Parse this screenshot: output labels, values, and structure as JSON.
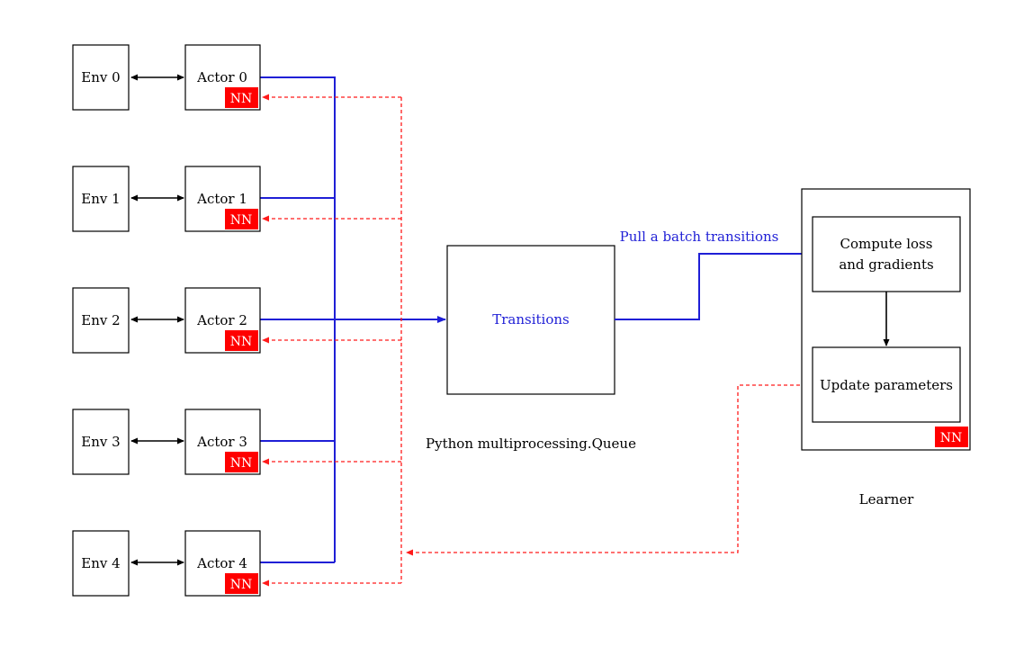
{
  "colors": {
    "nn_fill": "#ff0000",
    "queue_flow": "#1f1fd6",
    "param_sync": "#ff1a1a",
    "border": "#000000"
  },
  "envs": [
    {
      "label": "Env 0"
    },
    {
      "label": "Env 1"
    },
    {
      "label": "Env 2"
    },
    {
      "label": "Env 3"
    },
    {
      "label": "Env 4"
    }
  ],
  "actors": [
    {
      "label": "Actor 0",
      "nn": "NN"
    },
    {
      "label": "Actor 1",
      "nn": "NN"
    },
    {
      "label": "Actor 2",
      "nn": "NN"
    },
    {
      "label": "Actor 3",
      "nn": "NN"
    },
    {
      "label": "Actor 4",
      "nn": "NN"
    }
  ],
  "queue": {
    "label": "Transitions",
    "caption": "Python multiprocessing.Queue"
  },
  "pull_label": "Pull a batch transitions",
  "learner": {
    "caption": "Learner",
    "compute_line1": "Compute loss",
    "compute_line2": "and gradients",
    "update": "Update parameters",
    "nn": "NN"
  }
}
